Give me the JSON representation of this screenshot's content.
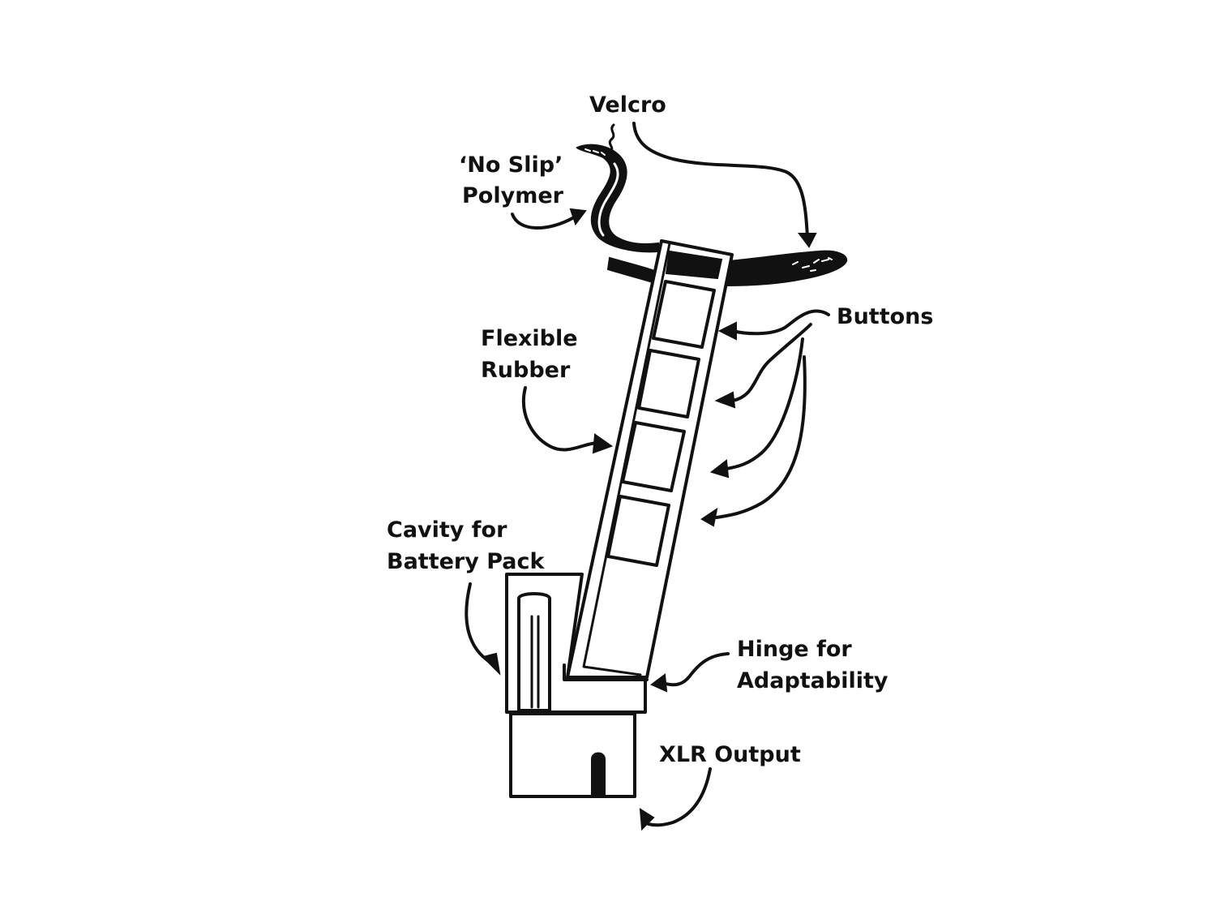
{
  "labels": {
    "velcro": "Velcro",
    "no_slip_line1": "‘No Slip’",
    "no_slip_line2": "Polymer",
    "buttons": "Buttons",
    "flexible_line1": "Flexible",
    "flexible_line2": "Rubber",
    "cavity_line1": "Cavity for",
    "cavity_line2": "Battery Pack",
    "hinge_line1": "Hinge for",
    "hinge_line2": "Adaptability",
    "xlr": "XLR Output"
  },
  "colors": {
    "ink": "#111111",
    "background": "#ffffff"
  }
}
